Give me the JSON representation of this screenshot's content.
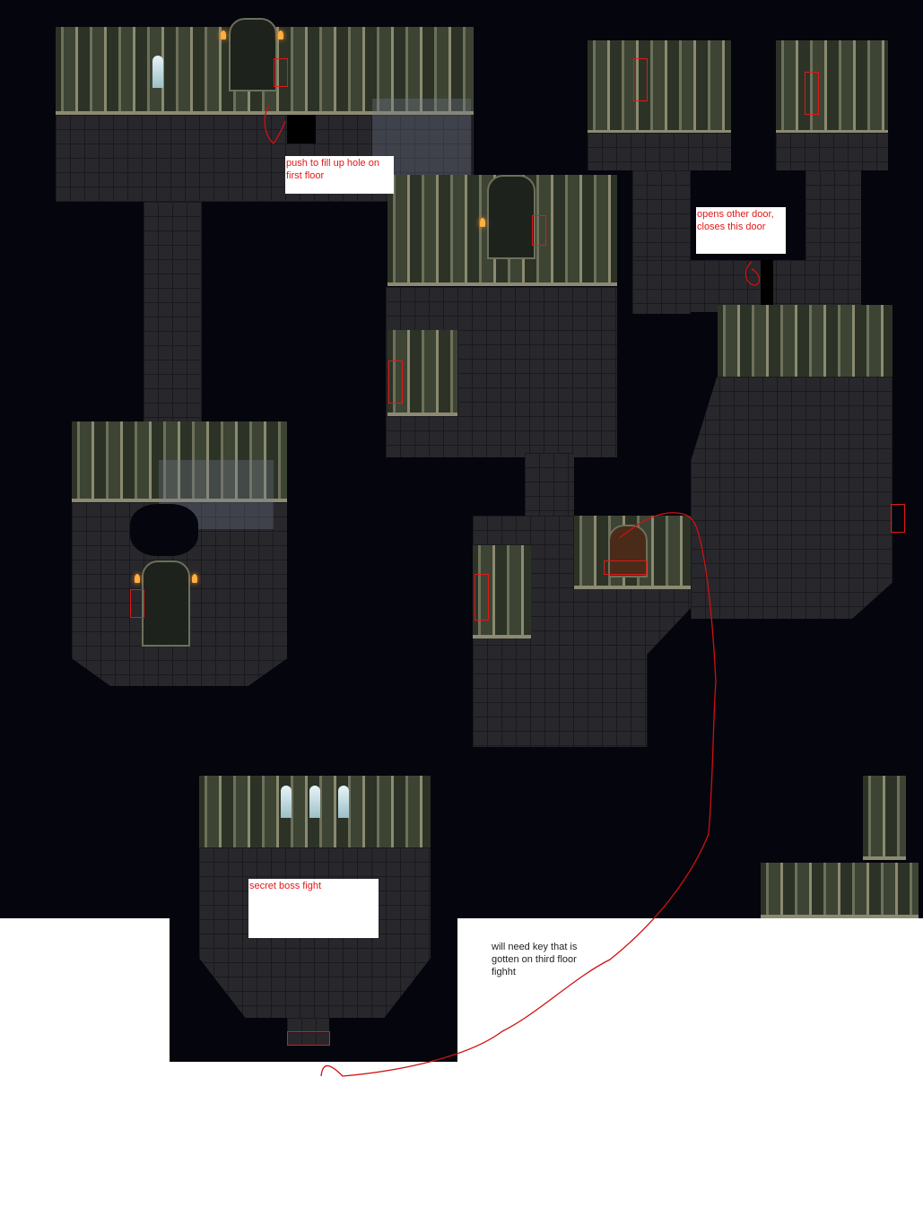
{
  "annotations": {
    "push_hole": "push to fill up hole on first floor",
    "opens_door": "opens other door, closes this door",
    "secret_boss": "secret boss fight",
    "key_note": "will need key that is gotten on third floor fighht"
  },
  "colors": {
    "annotation": "#e01818",
    "background": "#05050e",
    "floor": "#27272c"
  }
}
